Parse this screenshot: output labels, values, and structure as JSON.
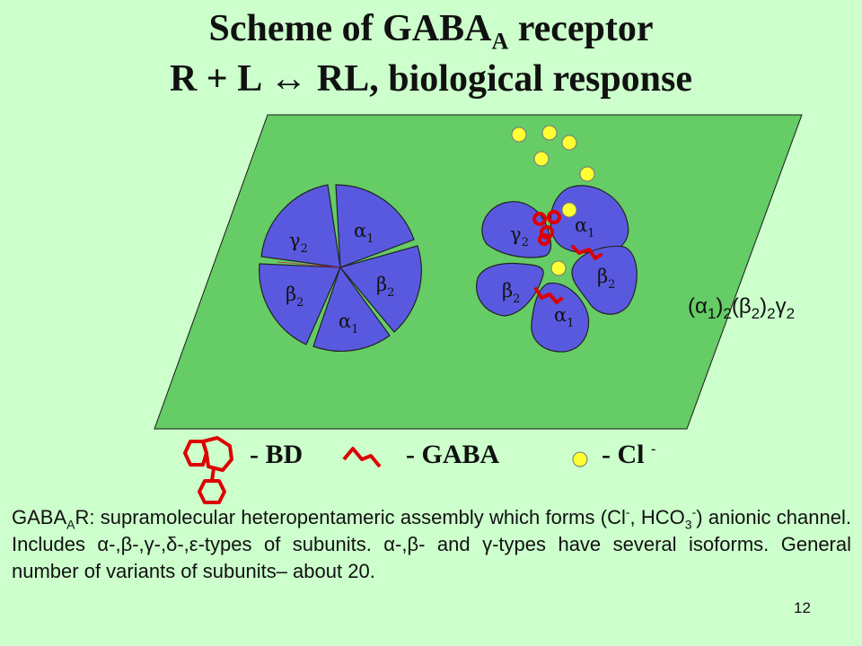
{
  "title": {
    "line1_main": "Scheme of GABA",
    "line1_sub": "A",
    "line1_end": " receptor",
    "line2": "R + L ↔ RL, biological response"
  },
  "left_receptor": {
    "subunits": [
      {
        "label": "α",
        "index": "1"
      },
      {
        "label": "β",
        "index": "2"
      },
      {
        "label": "α",
        "index": "1"
      },
      {
        "label": "β",
        "index": "2"
      },
      {
        "label": "γ",
        "index": "2"
      }
    ]
  },
  "right_receptor": {
    "subunits": [
      {
        "label": "α",
        "index": "1"
      },
      {
        "label": "β",
        "index": "2"
      },
      {
        "label": "α",
        "index": "1"
      },
      {
        "label": "β",
        "index": "2"
      },
      {
        "label": "γ",
        "index": "2"
      }
    ]
  },
  "formula": {
    "a": "α",
    "a_sub": "1",
    "outer1": "2",
    "b": "β",
    "b_sub": "2",
    "outer2": "2",
    "g": "γ",
    "g_sub": "2"
  },
  "legend": {
    "bd": "- BD",
    "gaba": "- GABA",
    "cl": "- Cl",
    "cl_sup": "-"
  },
  "paragraph": {
    "p1": "GABA",
    "p1_sub": "A",
    "p2": "R: supramolecular heteropentameric assembly which forms (Cl",
    "p2_sup": "-",
    "p3": ", HCO",
    "p3_sub": "3",
    "p3_sup": "-",
    "p4": ") anionic channel. Includes α-,β-,γ-,δ-,ε-types of subunits. α-,β- and γ-types have several isoforms. General number of variants of subunits– about 20."
  },
  "page_number": "12",
  "colors": {
    "background": "#ccffcc",
    "membrane": "#66cc66",
    "subunit": "#5959e0",
    "ligand": "#dd0000",
    "ion": "#ffff33"
  }
}
